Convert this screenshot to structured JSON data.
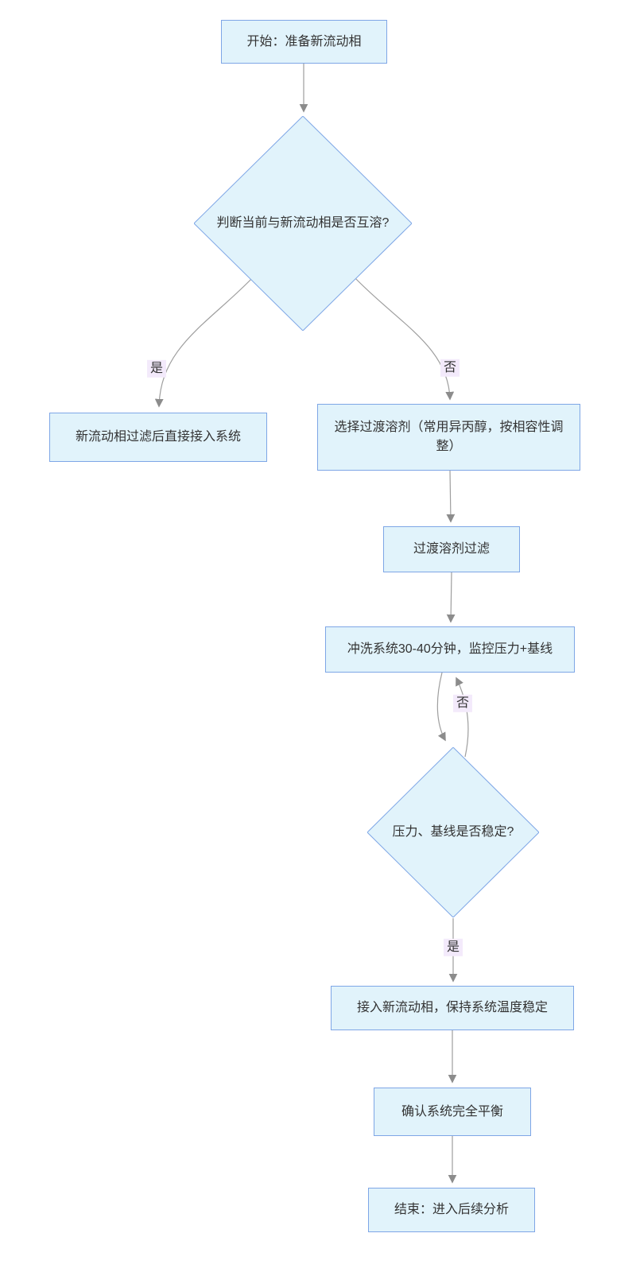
{
  "diagram": {
    "type": "flowchart",
    "nodes": {
      "start": {
        "label": "开始：准备新流动相",
        "shape": "rect"
      },
      "check_miscible": {
        "label": "判断当前与新流动相是否互溶?",
        "shape": "diamond"
      },
      "direct_connect": {
        "label": "新流动相过滤后直接接入系统",
        "shape": "rect"
      },
      "choose_transition": {
        "label": "选择过渡溶剂（常用异丙醇，按相容性调整）",
        "shape": "rect"
      },
      "filter_transition": {
        "label": "过渡溶剂过滤",
        "shape": "rect"
      },
      "flush_system": {
        "label": "冲洗系统30-40分钟，监控压力+基线",
        "shape": "rect"
      },
      "check_stable": {
        "label": "压力、基线是否稳定?",
        "shape": "diamond"
      },
      "connect_new": {
        "label": "接入新流动相，保持系统温度稳定",
        "shape": "rect"
      },
      "confirm_balance": {
        "label": "确认系统完全平衡",
        "shape": "rect"
      },
      "end": {
        "label": "结束：进入后续分析",
        "shape": "rect"
      }
    },
    "edge_labels": {
      "yes_miscible": "是",
      "no_miscible": "否",
      "no_stable": "否",
      "yes_stable": "是"
    },
    "colors": {
      "node_fill": "#E1F3FB",
      "node_border": "#7EA6E6",
      "edge_line": "#9E9E9E",
      "arrowhead": "#8C8C8C",
      "edge_label_bg": "#F3EAFB",
      "text": "#333333",
      "background": "#FFFFFF"
    }
  }
}
